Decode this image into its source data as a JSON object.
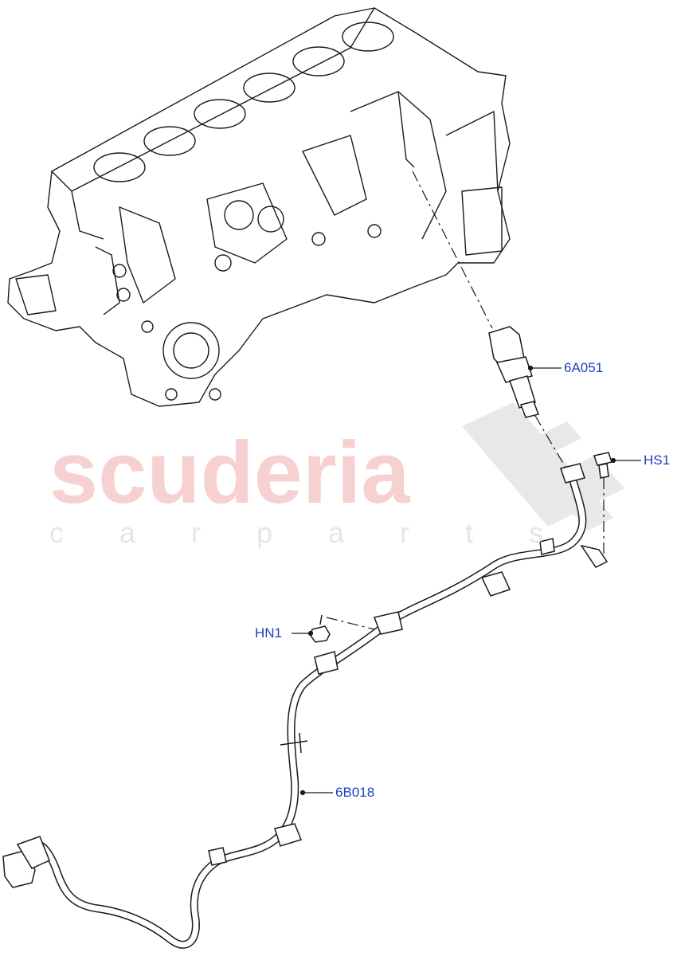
{
  "watermark": {
    "brand": "scuderia",
    "tagline": "c a r   p a r t s",
    "brand_color": "#f6c9c9",
    "tagline_color": "#e6e6e6"
  },
  "callouts": [
    {
      "id": "6A051",
      "label": "6A051"
    },
    {
      "id": "HS1",
      "label": "HS1"
    },
    {
      "id": "HN1",
      "label": "HN1"
    },
    {
      "id": "6B018",
      "label": "6B018"
    }
  ],
  "colors": {
    "line": "#1a1a1a",
    "callout": "#1f3fbf"
  }
}
